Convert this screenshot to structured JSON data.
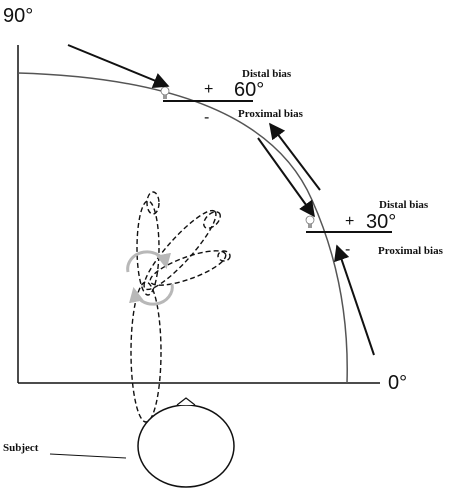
{
  "diagram": {
    "axis_labels": {
      "top": "90°",
      "right": "0°"
    },
    "targets": [
      {
        "angle_label": "60°",
        "plus": "+",
        "minus": "-",
        "distal_label": "Distal bias",
        "proximal_label": "Proximal bias"
      },
      {
        "angle_label": "30°",
        "plus": "+",
        "minus": "-",
        "distal_label": "Distal bias",
        "proximal_label": "Proximal bias"
      }
    ],
    "subject_label": "Subject",
    "colors": {
      "stroke": "#111111",
      "arc": "#555555",
      "rotation_arrow": "#b8b8b8"
    }
  }
}
